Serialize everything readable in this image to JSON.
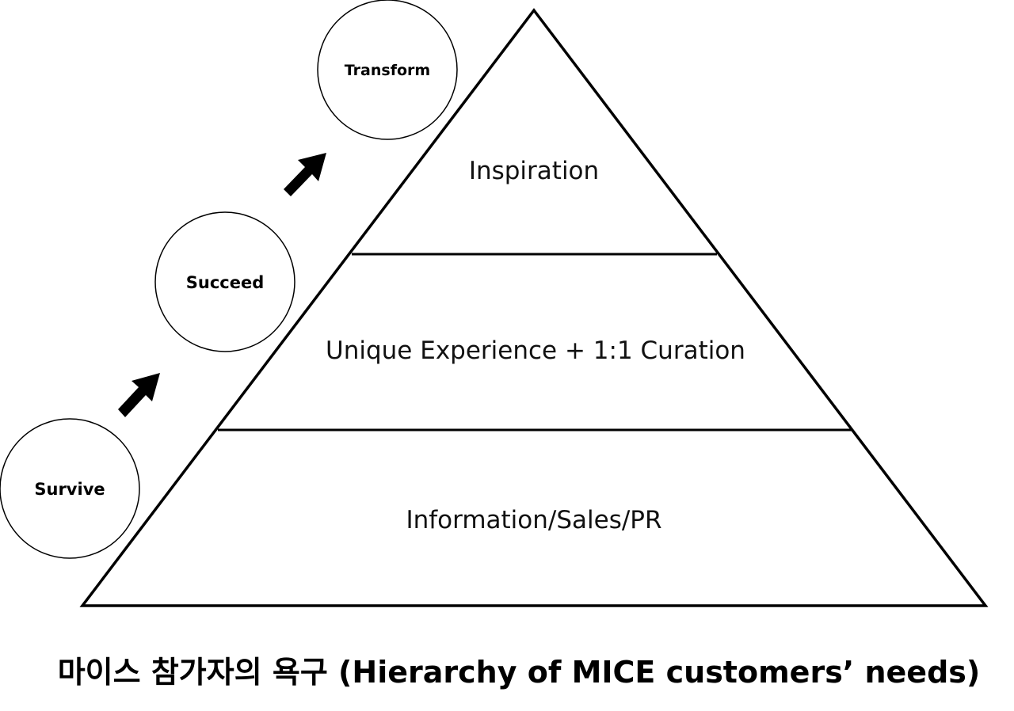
{
  "pyramid": {
    "tiers": [
      {
        "label": "Inspiration"
      },
      {
        "label": "Unique Experience + 1:1 Curation"
      },
      {
        "label": "Information/Sales/PR"
      }
    ]
  },
  "stages": [
    {
      "label": "Survive"
    },
    {
      "label": "Succeed"
    },
    {
      "label": "Transform"
    }
  ],
  "caption": "마이스 참가자의 욕구 (Hierarchy of MICE customers’ needs)",
  "colors": {
    "stroke": "#000000",
    "background": "#ffffff"
  }
}
